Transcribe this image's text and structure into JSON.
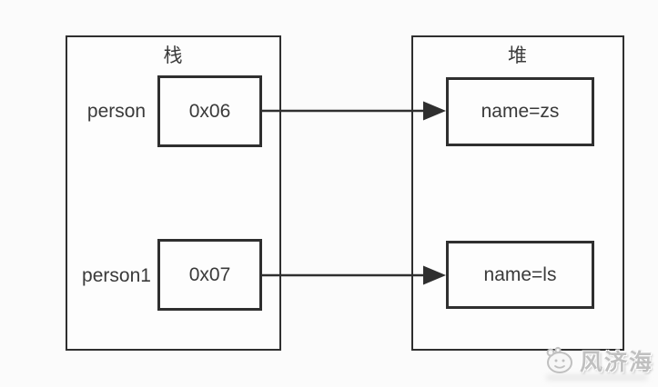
{
  "stack": {
    "title": "栈",
    "rows": [
      {
        "label": "person",
        "value": "0x06"
      },
      {
        "label": "person1",
        "value": "0x07"
      }
    ]
  },
  "heap": {
    "title": "堆",
    "cells": [
      {
        "value": "name=zs"
      },
      {
        "value": "name=ls"
      }
    ]
  },
  "arrows": [
    {
      "from": "0x06",
      "to": "name=zs"
    },
    {
      "from": "0x07",
      "to": "name=ls"
    }
  ],
  "watermark": {
    "text": "风济海",
    "icon": "smiley-face-icon"
  },
  "colors": {
    "line": "#2f2f2f",
    "text": "#3a3a3a",
    "background": "#fbfbfb",
    "box_background": "#fdfdfd",
    "watermark": "#c0c0c0"
  }
}
